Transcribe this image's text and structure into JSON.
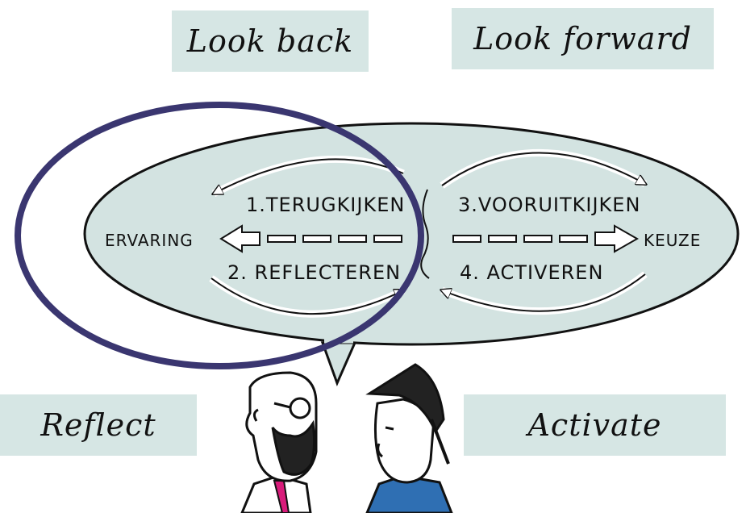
{
  "labels": {
    "look_back": "Look back",
    "look_forward": "Look forward",
    "reflect": "Reflect",
    "activate": "Activate"
  },
  "bubble": {
    "step1": "1.TERUGKIJKEN",
    "step2": "2. REFLECTEREN",
    "step3": "3.VOORUITKIJKEN",
    "step4": "4. ACTIVEREN",
    "left_end": "ERVARING",
    "right_end": "KEUZE"
  },
  "colors": {
    "box_fill": "#d6e6e4",
    "bubble_fill": "#d3e3e1",
    "circle_stroke": "#3a3670",
    "tie": "#d81b7a",
    "shirt": "#2f6fb3"
  }
}
